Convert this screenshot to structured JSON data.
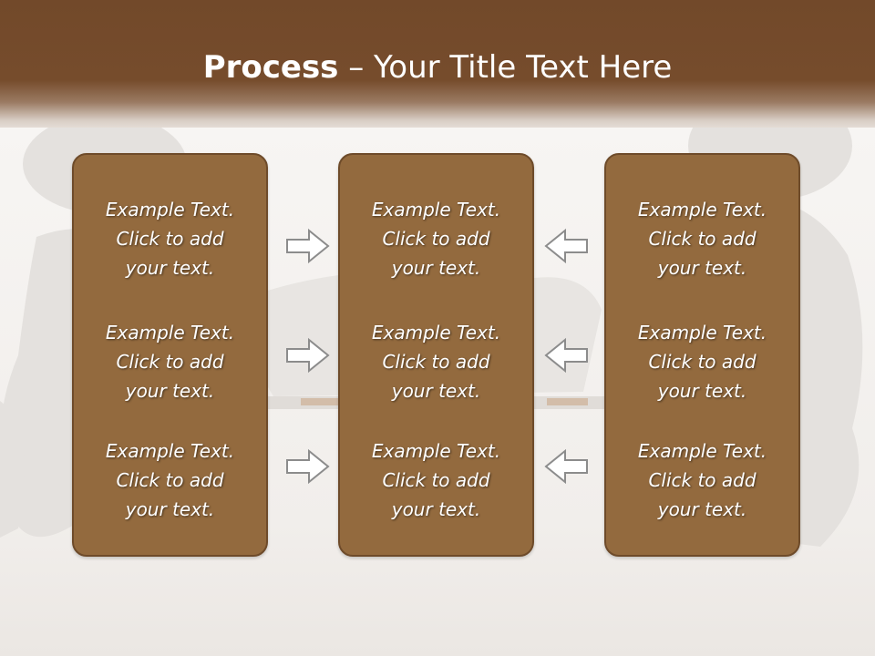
{
  "slide": {
    "title_bold": "Process",
    "title_rest": " – Your Title Text Here"
  },
  "columns": [
    {
      "items": [
        {
          "line1": "Example Text.",
          "line2": "Click  to add",
          "line3": "your text."
        },
        {
          "line1": "Example Text.",
          "line2": "Click  to add",
          "line3": "your text."
        },
        {
          "line1": "Example Text.",
          "line2": "Click  to add",
          "line3": "your text."
        }
      ]
    },
    {
      "items": [
        {
          "line1": "Example Text.",
          "line2": "Click  to add",
          "line3": "your text."
        },
        {
          "line1": "Example Text.",
          "line2": "Click  to add",
          "line3": "your text."
        },
        {
          "line1": "Example Text.",
          "line2": "Click  to add",
          "line3": "your text."
        }
      ]
    },
    {
      "items": [
        {
          "line1": "Example Text.",
          "line2": "Click  to add",
          "line3": "your text."
        },
        {
          "line1": "Example Text.",
          "line2": "Click  to add",
          "line3": "your text."
        },
        {
          "line1": "Example Text.",
          "line2": "Click  to add",
          "line3": "your text."
        }
      ]
    }
  ],
  "arrows": {
    "left_group": "arrow-right-icon",
    "right_group": "arrow-left-icon"
  },
  "colors": {
    "header_brown": "#764c2c",
    "card_fill": "#936a3e",
    "card_border": "#6e4b2a",
    "text": "#ffffff"
  }
}
